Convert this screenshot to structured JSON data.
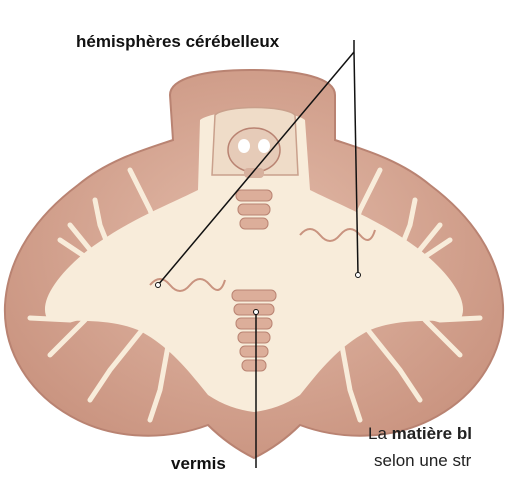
{
  "labels": {
    "hemispheres": "hémisphères cérébelleux",
    "vermis": "vermis"
  },
  "caption": {
    "line1_prefix": "La ",
    "line1_bold": "matière bl",
    "line2": "selon une str"
  },
  "colors": {
    "grey_matter": "#d9ab98",
    "grey_matter_dark": "#b98372",
    "white_matter": "#f8ecda",
    "pointer_line": "#111111"
  }
}
